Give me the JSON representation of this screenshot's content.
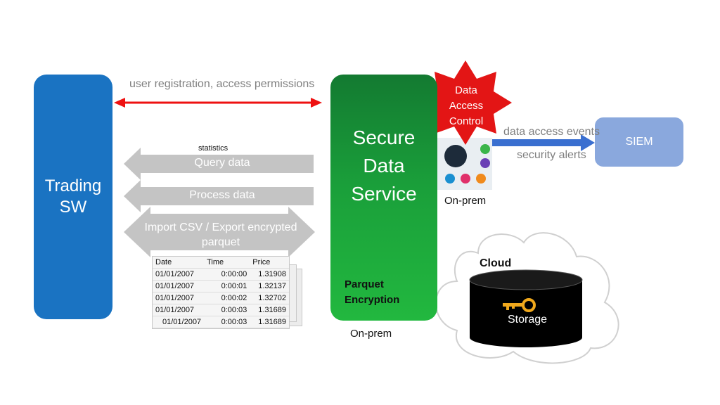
{
  "nodes": {
    "trading": "Trading\nSW",
    "secure": "Secure\nData\nService",
    "siem": "SIEM",
    "dac": "Data\nAccess\nControl",
    "parquet": "Parquet\nEncryption",
    "cloud": "Cloud",
    "storage": "Storage"
  },
  "labels": {
    "user_reg": "user registration, access permissions",
    "statistics": "statistics",
    "query": "Query data",
    "process": "Process data",
    "import_export": "Import CSV / Export encrypted\nparquet",
    "onprem_secure": "On-prem",
    "onprem_dac": "On-prem",
    "data_events": "data access events",
    "security_alerts": "security alerts"
  },
  "table": {
    "headers": [
      "Date",
      "Time",
      "Price"
    ],
    "rows": [
      [
        "01/01/2007",
        "0:00:00",
        "1.31908"
      ],
      [
        "01/01/2007",
        "0:00:01",
        "1.32137"
      ],
      [
        "01/01/2007",
        "0:00:02",
        "1.32702"
      ],
      [
        "01/01/2007",
        "0:00:03",
        "1.31689"
      ],
      [
        "01/01/2007",
        "0:00:03",
        "1.31689"
      ]
    ]
  },
  "colors": {
    "trading": "#1a73c2",
    "secure": "#1a9f3a",
    "siem": "#8aa8dd",
    "red_arrow": "#ee1111",
    "gray_arrow": "#c4c4c4",
    "blue_arrow": "#3a6fd0",
    "dac_star": "#e31515",
    "parquet_tag": "#f5f500"
  },
  "icons": [
    "key-icon",
    "app-icon-grid"
  ]
}
